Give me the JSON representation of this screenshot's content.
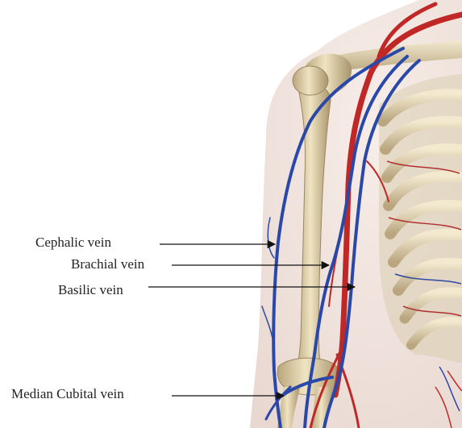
{
  "labels": {
    "cephalic": "Cephalic vein",
    "brachial": "Brachial vein",
    "basilic": "Basilic vein",
    "median_cubital": "Median Cubital vein"
  },
  "colors": {
    "background": "#ffffff",
    "skin": "#f0e2dc",
    "bone": "#e6d8b4",
    "vein": "#2a48a8",
    "artery": "#c02828",
    "pointer": "#111111"
  }
}
